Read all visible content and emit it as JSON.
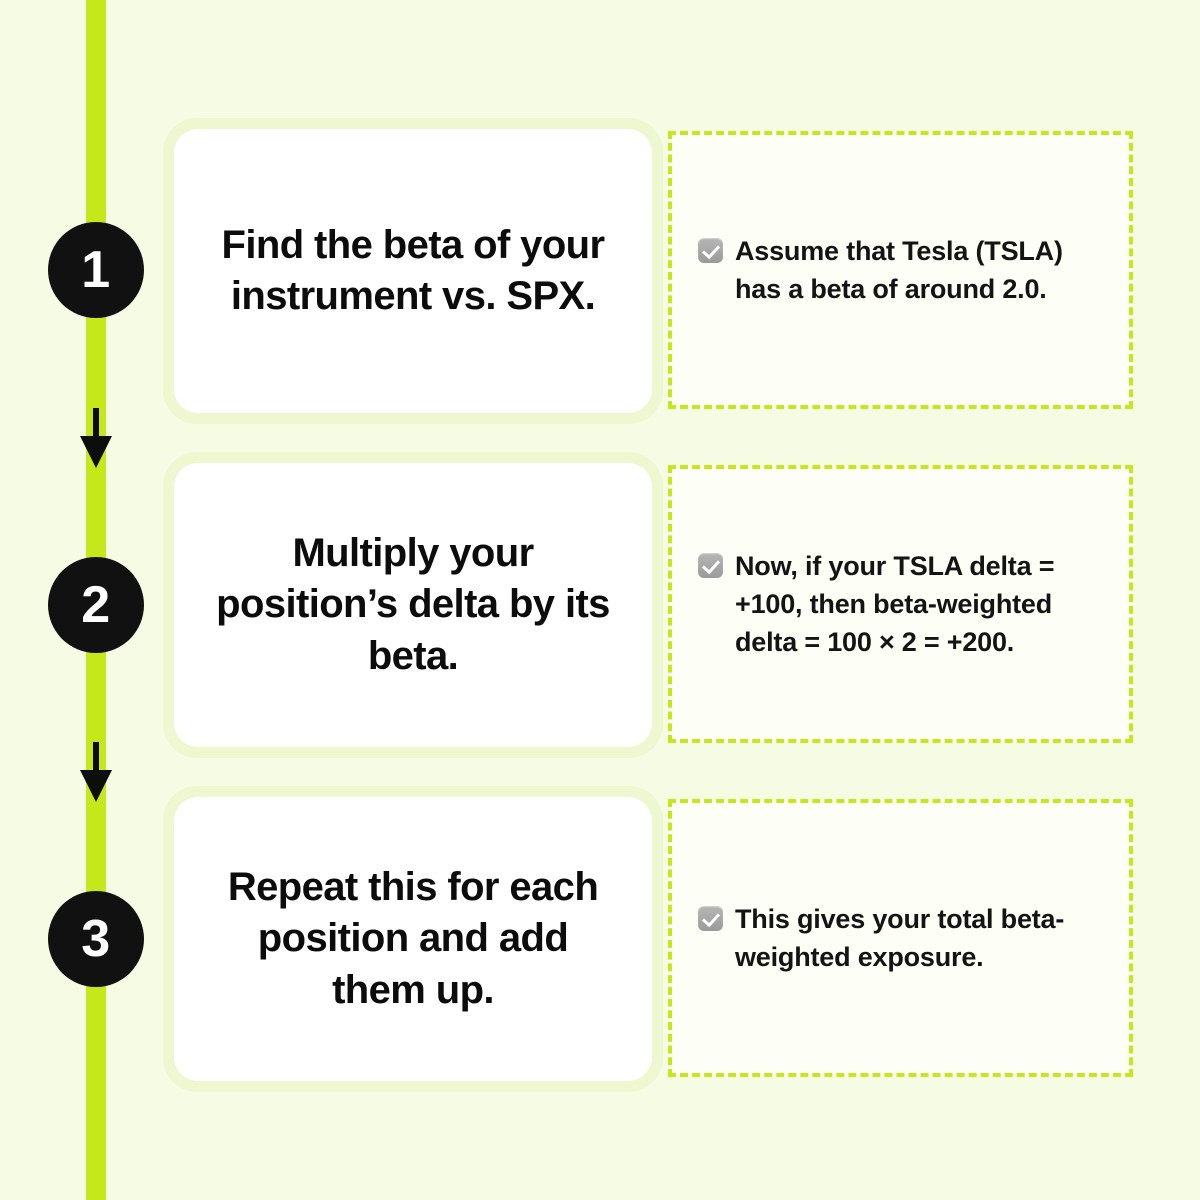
{
  "theme": {
    "background": "#f6fbe4",
    "accent_lime": "#c6e81a",
    "card_halo": "#eef7cf",
    "card_background": "#ffffff",
    "badge_background": "#111111",
    "badge_text": "#ffffff",
    "text_color": "#0c0c0c",
    "note_background": "#fdfff7",
    "checkbox_gray": "#9a9a9a"
  },
  "steps": [
    {
      "number": "1",
      "title": "Find the beta of your instrument vs. SPX.",
      "note": "Assume that Tesla (TSLA) has a beta of around 2.0.",
      "check_icon": "checkbox-checked-icon"
    },
    {
      "number": "2",
      "title": "Multiply your position’s delta by its beta.",
      "note": "Now, if your TSLA delta = +100, then beta-weighted delta = 100 × 2 = +200.",
      "check_icon": "checkbox-checked-icon"
    },
    {
      "number": "3",
      "title": "Repeat this for each position and add them up.",
      "note": "This gives your total beta-weighted exposure.",
      "check_icon": "checkbox-checked-icon"
    }
  ]
}
